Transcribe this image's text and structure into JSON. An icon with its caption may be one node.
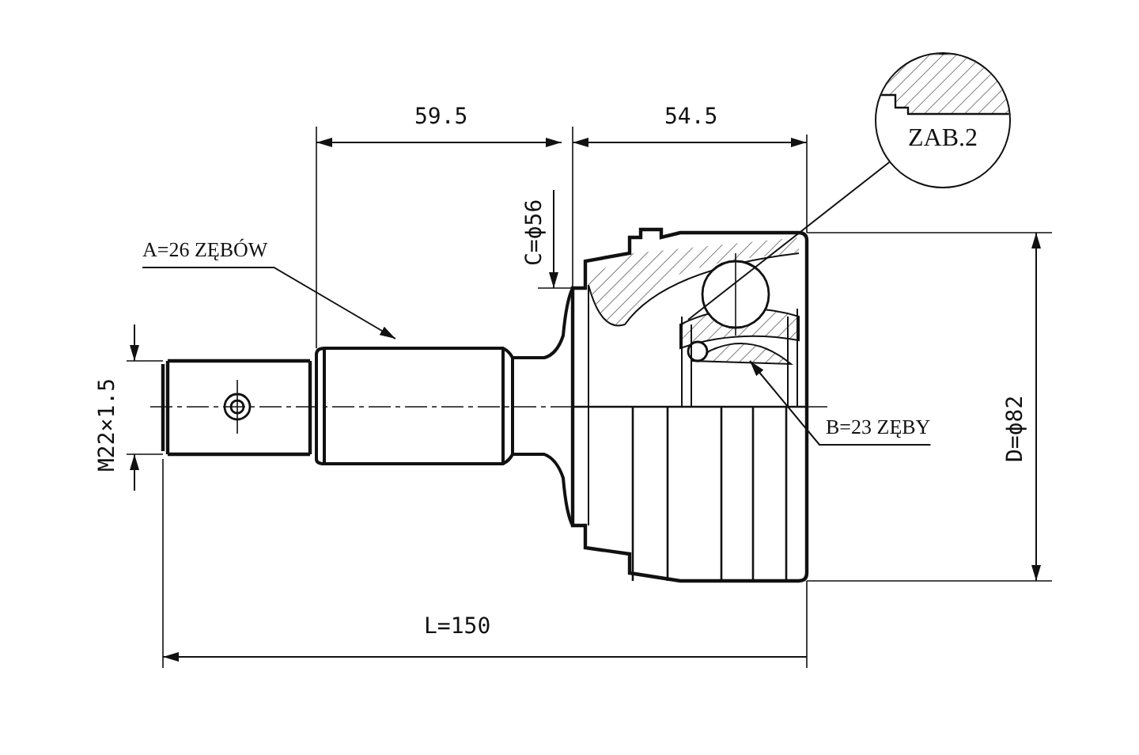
{
  "diagram": {
    "nodes": [
      {
        "text": [
          "A=26 ZĘBÓW"
        ]
      },
      {
        "text": [
          "B=23 ZĘBY"
        ]
      },
      {
        "text": [
          "ZAB.2"
        ]
      }
    ],
    "edges": [
      {
        "from": 0,
        "to": null,
        "arrow": "to"
      },
      {
        "from": 1,
        "to": null,
        "arrow": "to"
      },
      {
        "from": 2,
        "to": null,
        "arrow": "none"
      }
    ],
    "labels": [
      "59.5",
      "54.5",
      "C=ϕ56",
      "M22×1.5",
      "D=ϕ82",
      "L=150"
    ]
  }
}
